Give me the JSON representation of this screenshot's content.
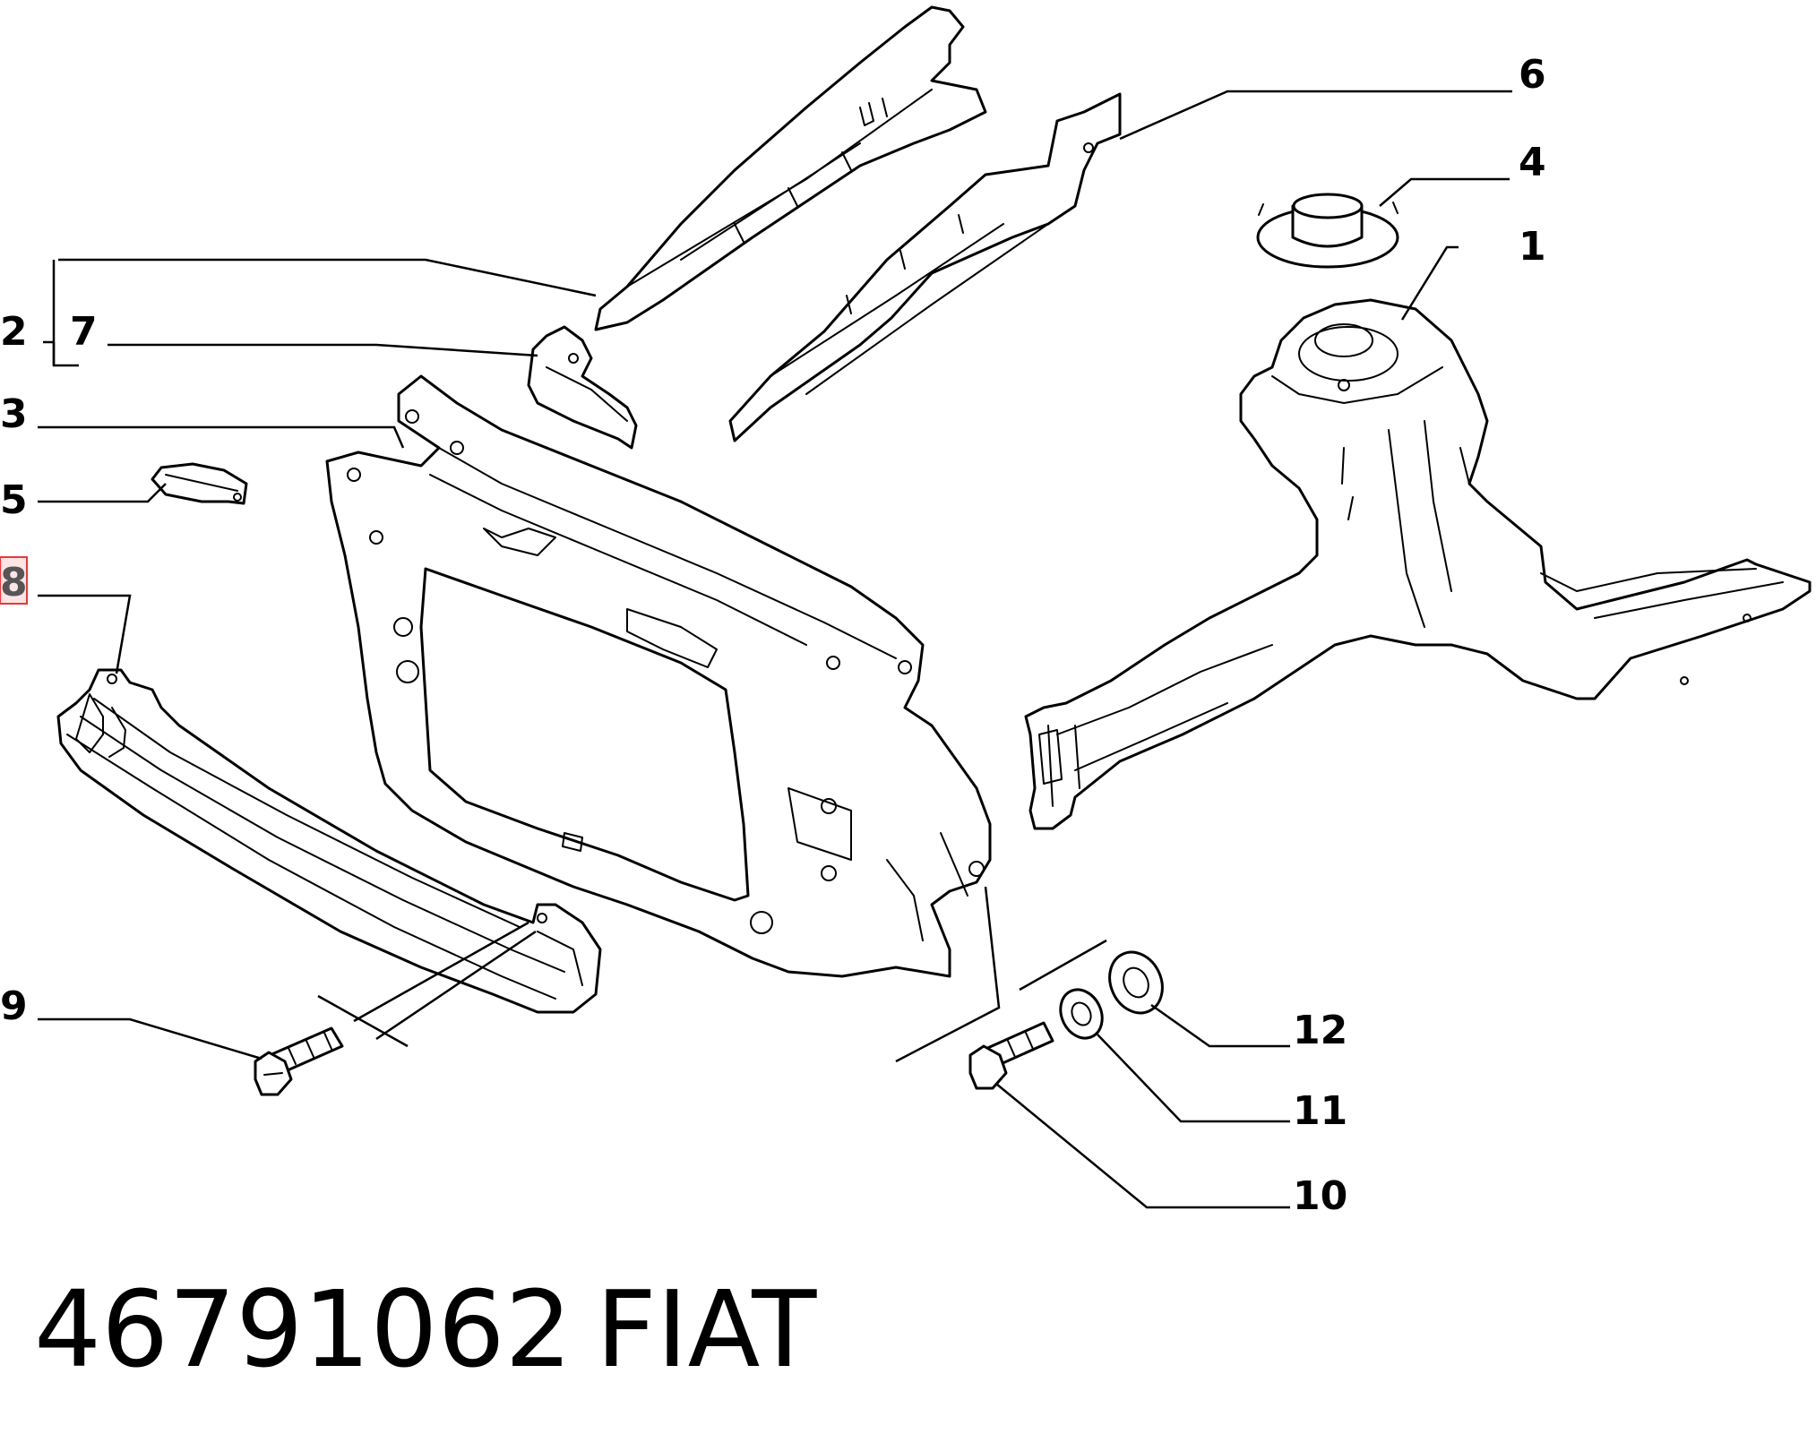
{
  "callouts": {
    "c1": "1",
    "c2": "2",
    "c3": "3",
    "c4": "4",
    "c5": "5",
    "c6": "6",
    "c7": "7",
    "c8": "8",
    "c9": "9",
    "c10": "10",
    "c11": "11",
    "c12": "12"
  },
  "highlighted_callout": "8",
  "highlight_color": "#e23b3b",
  "caption": {
    "part_number": "46791062",
    "brand": "FIAT"
  }
}
